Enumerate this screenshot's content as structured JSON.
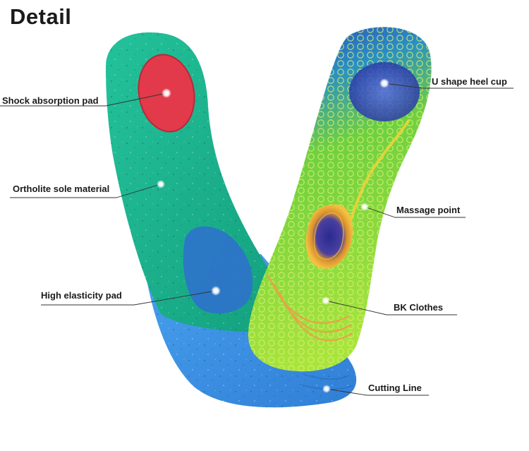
{
  "title": "Detail",
  "labels": {
    "shock_absorption_pad": "Shock absorption pad",
    "ortholite_sole_material": "Ortholite sole material",
    "high_elasticity_pad": "High elasticity pad",
    "u_shape_heel_cup": "U shape heel cup",
    "massage_point": "Massage point",
    "bk_clothes": "BK Clothes",
    "cutting_line": "Cutting Line"
  },
  "colors": {
    "green_insole": "#1fb58f",
    "red_pad": "#e23a4a",
    "blue_base": "#3a8fe0",
    "lime_top": "#9ee03a",
    "navy_heel": "#2a3fb0",
    "orange_ring": "#f2a23a"
  }
}
